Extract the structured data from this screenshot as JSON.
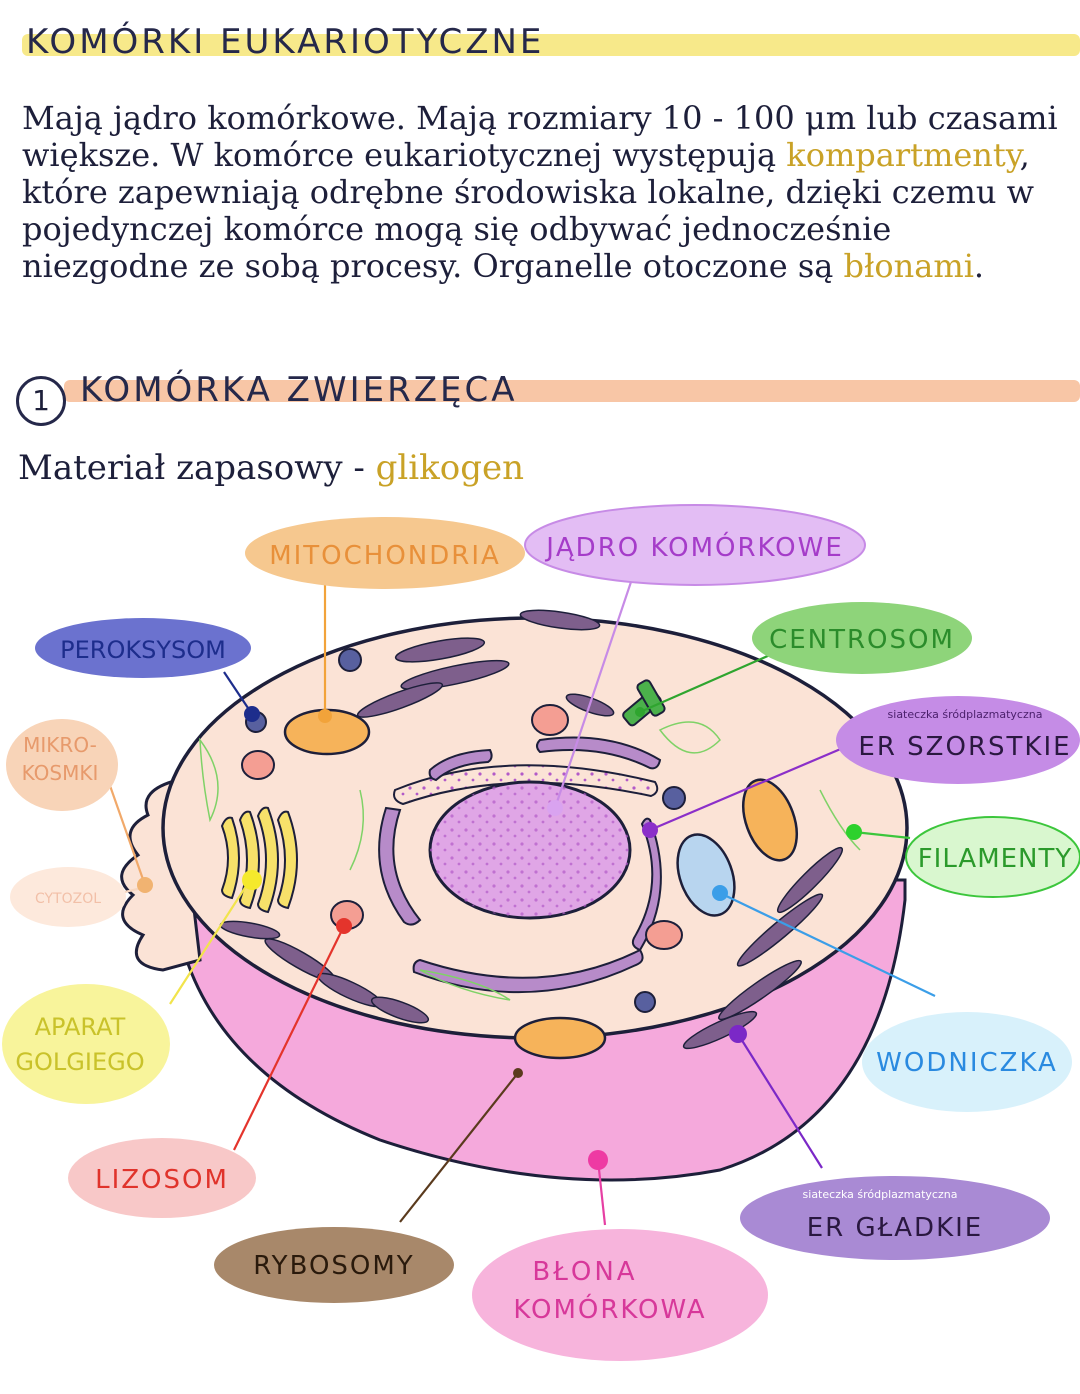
{
  "header": {
    "title": "KOMÓRKI EUKARIOTYCZNE"
  },
  "intro": {
    "part1": "Mają jądro komórkowe. Mają rozmiary 10 - 100 μm lub czasami większe. W komórce eukariotycznej występują ",
    "keyword1": "kompartmenty",
    "part2": ", które zapewniają odrębne środowiska lokalne, dzięki czemu w pojedynczej komórce mogą się odbywać jednocześnie niezgodne ze sobą procesy. Organelle otoczone są ",
    "keyword2": "błonami",
    "part3": "."
  },
  "section1": {
    "number": "1",
    "title": "KOMÓRKA ZWIERZĘCA",
    "material_label": "Materiał zapasowy - ",
    "material_value": "glikogen"
  },
  "labels": {
    "mitochondria": "MITOCHONDRIA",
    "jadro": "JĄDRO KOMÓRKOWE",
    "peroksysom": "PEROKSYSOM",
    "centrosom": "CENTROSOM",
    "er_szorstkie_small": "siateczka śródplazmatyczna",
    "er_szorstkie": "ER SZORSTKIE",
    "mikrokosmki_1": "MIKRO-",
    "mikrokosmki_2": "KOSMKI",
    "filamenty": "FILAMENTY",
    "cytozol": "CYTOZOL",
    "aparat_1": "APARAT",
    "aparat_2": "GOLGIEGO",
    "wodniczka": "WODNICZKA",
    "lizosom": "LIZOSOM",
    "er_gladkie_small": "siateczka śródplazmatyczna",
    "er_gladkie": "ER GŁADKIE",
    "rybosomy": "RYBOSOMY",
    "blona_1": "BŁONA",
    "blona_2": "KOMÓRKOWA"
  },
  "colors": {
    "title_highlight": "#f7e98a",
    "section_highlight": "#f8c6a6",
    "keyword": "#c9a227",
    "mitochondria": "#f6c88f",
    "jadro": "#e3bdf4",
    "peroksysom": "#6b72cf",
    "centrosom": "#8ed47a",
    "er_szorstkie": "#c58ce6",
    "filamenty": "#d9f7cf",
    "mikrokosmki": "#f8d4b8",
    "cytozol": "#fde9dc",
    "aparat": "#f8f49b",
    "wodniczka": "#d8f1fb",
    "lizosom": "#f8c8c8",
    "rybosomy": "#a8886a",
    "blona": "#f7b4dc",
    "er_gladkie": "#a98ad4",
    "cell_fill": "#fbe3d6",
    "cell_side": "#f5a9dc"
  }
}
